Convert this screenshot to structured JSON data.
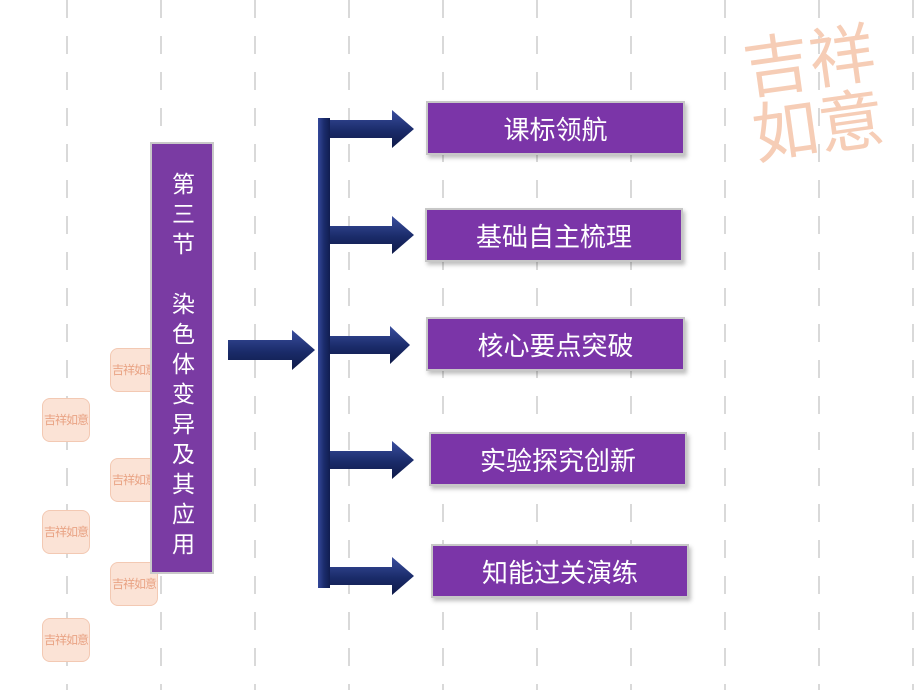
{
  "title_lines": [
    "第三节",
    "染色体变异及其应用"
  ],
  "items": [
    {
      "label": "课标领航"
    },
    {
      "label": "基础自主梳理"
    },
    {
      "label": "核心要点突破"
    },
    {
      "label": "实验探究创新"
    },
    {
      "label": "知能过关演练"
    }
  ],
  "colors": {
    "box_fill": "#7b35a8",
    "arrow": "#1c2f6f",
    "seal": "#f3c2a7"
  },
  "seal_text": "吉祥如意"
}
